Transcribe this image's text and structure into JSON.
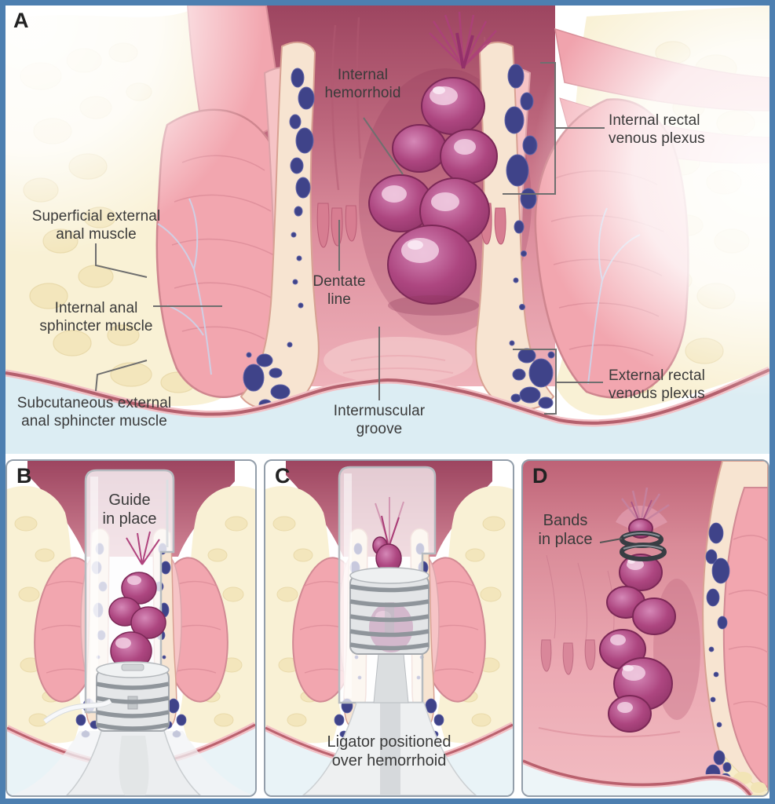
{
  "panels": {
    "a": {
      "letter": "A",
      "labels": {
        "internal_hemorrhoid": "Internal\nhemorrhoid",
        "internal_rectal_venous_plexus": "Internal rectal\nvenous plexus",
        "superficial_external_anal_muscle": "Superficial external\nanal muscle",
        "internal_anal_sphincter_muscle": "Internal anal\nsphincter muscle",
        "dentate_line": "Dentate\nline",
        "subcutaneous_external_anal_sphincter_muscle": "Subcutaneous external\nanal sphincter muscle",
        "intermuscular_groove": "Intermuscular\ngroove",
        "external_rectal_venous_plexus": "External rectal\nvenous plexus"
      }
    },
    "b": {
      "letter": "B",
      "caption": "Guide\nin place"
    },
    "c": {
      "letter": "C",
      "caption": "Ligator positioned\nover hemorrhoid"
    },
    "d": {
      "letter": "D",
      "caption": "Bands\nin place"
    }
  },
  "colors": {
    "frame_blue": "#4d7fb0",
    "panel_border_gray": "#939eaa",
    "label_text": "#3a3a3a",
    "leader_line": "#6f6f6f",
    "hemorrhoid_purple": "#a0356e",
    "vein_blue": "#3f4389",
    "muscle_pink": "#f2a6af",
    "sphincter_pink": "#f6c4c6",
    "fat_cream": "#f9f1d5",
    "mucosa_cream": "#f7e4d1",
    "canal_rose": "#a84a63",
    "perianal_skin_tint": "#dcedf3",
    "device_gray": "#e5e7e9"
  }
}
